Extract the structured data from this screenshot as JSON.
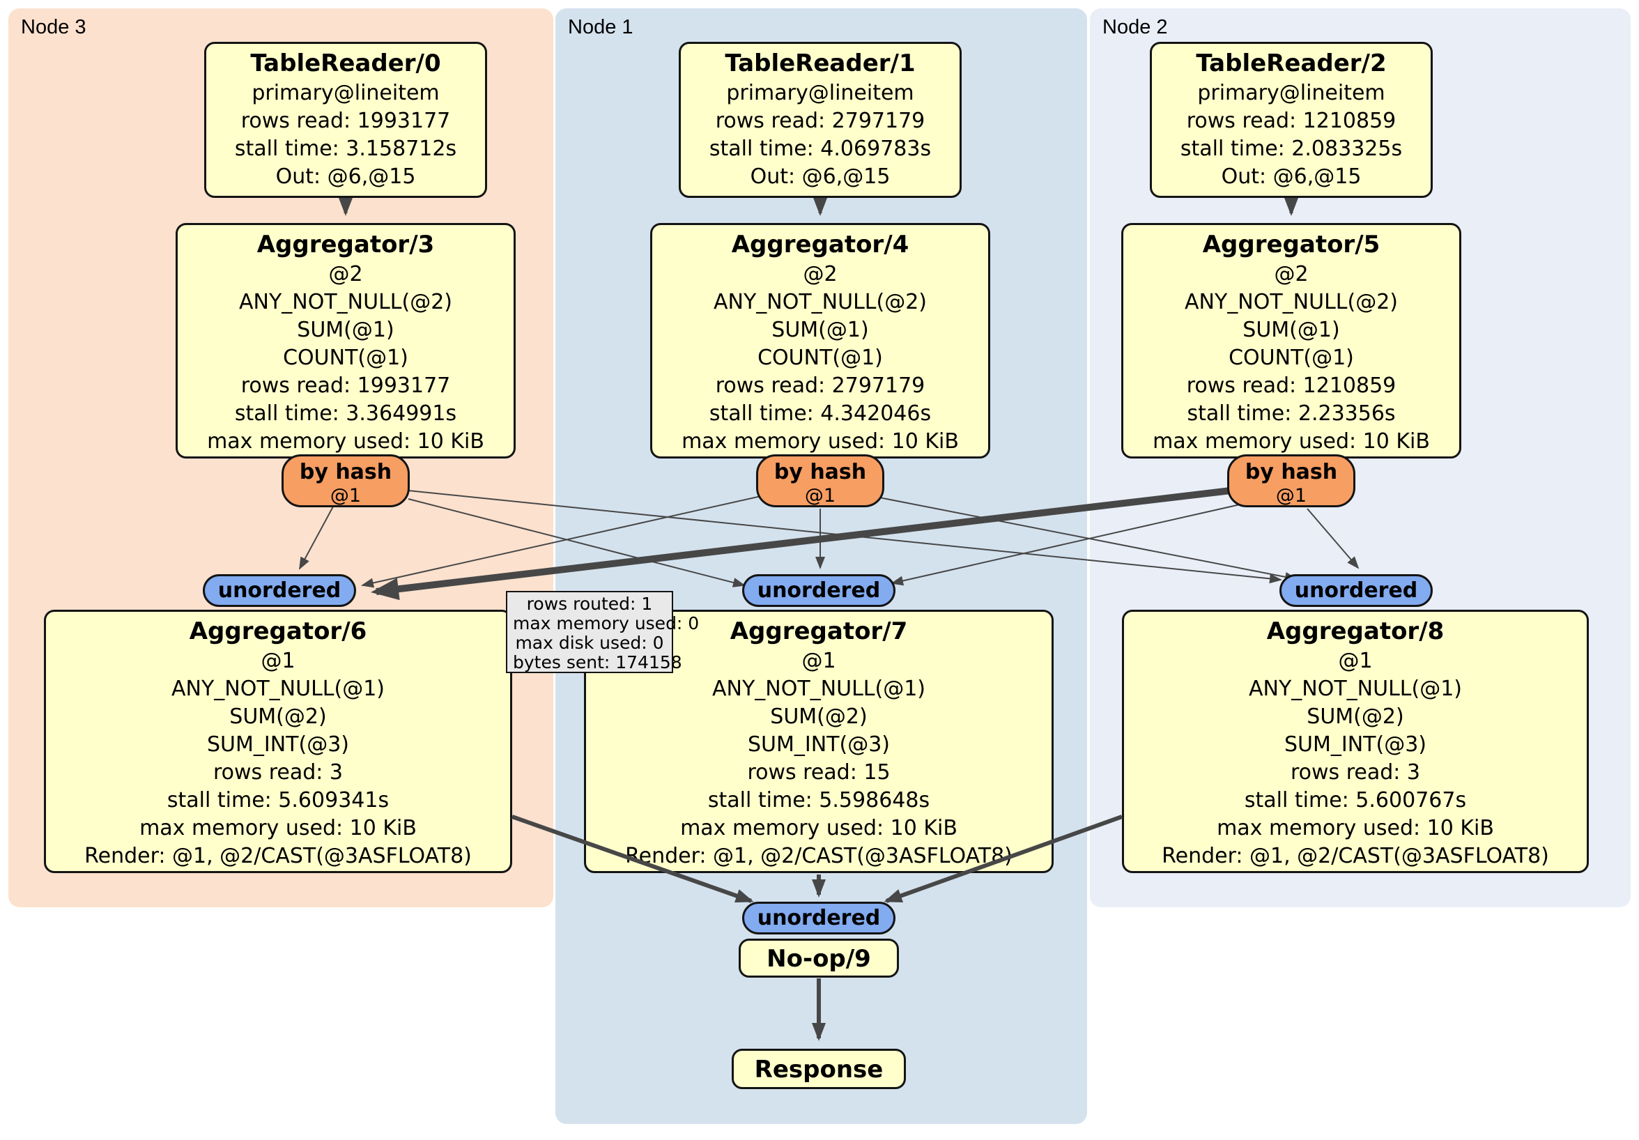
{
  "colors": {
    "node3_bg": "#fbe1ce",
    "node1_bg": "#d4e2ee",
    "node2_bg": "#e9eef7",
    "box_bg": "#ffffcc",
    "router_bg": "#f79e63",
    "sync_bg": "#82abf0",
    "tooltip_bg": "#e9e9e9",
    "edge_color": "#474747"
  },
  "nodes": [
    {
      "label": "Node 3",
      "table_reader": {
        "title": "TableReader/0",
        "lines": [
          "primary@lineitem",
          "rows read: 1993177",
          "stall time: 3.158712s",
          "Out: @6,@15"
        ]
      },
      "aggregator_top": {
        "title": "Aggregator/3",
        "lines": [
          "@2",
          "ANY_NOT_NULL(@2)",
          "SUM(@1)",
          "COUNT(@1)",
          "rows read: 1993177",
          "stall time: 3.364991s",
          "max memory used: 10 KiB"
        ]
      },
      "router": {
        "title": "by hash",
        "subtitle": "@1"
      },
      "sync_label": "unordered",
      "aggregator_bottom": {
        "title": "Aggregator/6",
        "lines": [
          "@1",
          "ANY_NOT_NULL(@1)",
          "SUM(@2)",
          "SUM_INT(@3)",
          "rows read: 3",
          "stall time: 5.609341s",
          "max memory used: 10 KiB",
          "Render: @1, @2/CAST(@3ASFLOAT8)"
        ]
      }
    },
    {
      "label": "Node 1",
      "table_reader": {
        "title": "TableReader/1",
        "lines": [
          "primary@lineitem",
          "rows read: 2797179",
          "stall time: 4.069783s",
          "Out: @6,@15"
        ]
      },
      "aggregator_top": {
        "title": "Aggregator/4",
        "lines": [
          "@2",
          "ANY_NOT_NULL(@2)",
          "SUM(@1)",
          "COUNT(@1)",
          "rows read: 2797179",
          "stall time: 4.342046s",
          "max memory used: 10 KiB"
        ]
      },
      "router": {
        "title": "by hash",
        "subtitle": "@1"
      },
      "sync_label": "unordered",
      "aggregator_bottom": {
        "title": "Aggregator/7",
        "lines": [
          "@1",
          "ANY_NOT_NULL(@1)",
          "SUM(@2)",
          "SUM_INT(@3)",
          "rows read: 15",
          "stall time: 5.598648s",
          "max memory used: 10 KiB",
          "Render: @1, @2/CAST(@3ASFLOAT8)"
        ]
      }
    },
    {
      "label": "Node 2",
      "table_reader": {
        "title": "TableReader/2",
        "lines": [
          "primary@lineitem",
          "rows read: 1210859",
          "stall time: 2.083325s",
          "Out: @6,@15"
        ]
      },
      "aggregator_top": {
        "title": "Aggregator/5",
        "lines": [
          "@2",
          "ANY_NOT_NULL(@2)",
          "SUM(@1)",
          "COUNT(@1)",
          "rows read: 1210859",
          "stall time: 2.23356s",
          "max memory used: 10 KiB"
        ]
      },
      "router": {
        "title": "by hash",
        "subtitle": "@1"
      },
      "sync_label": "unordered",
      "aggregator_bottom": {
        "title": "Aggregator/8",
        "lines": [
          "@1",
          "ANY_NOT_NULL(@1)",
          "SUM(@2)",
          "SUM_INT(@3)",
          "rows read: 3",
          "stall time: 5.600767s",
          "max memory used: 10 KiB",
          "Render: @1, @2/CAST(@3ASFLOAT8)"
        ]
      }
    }
  ],
  "stream_tooltip": {
    "lines": [
      "rows routed: 1",
      "max memory used: 0",
      "max disk used: 0",
      "bytes sent: 174158"
    ]
  },
  "bottom": {
    "sync_label": "unordered",
    "noop_title": "No-op/9",
    "response_title": "Response"
  }
}
